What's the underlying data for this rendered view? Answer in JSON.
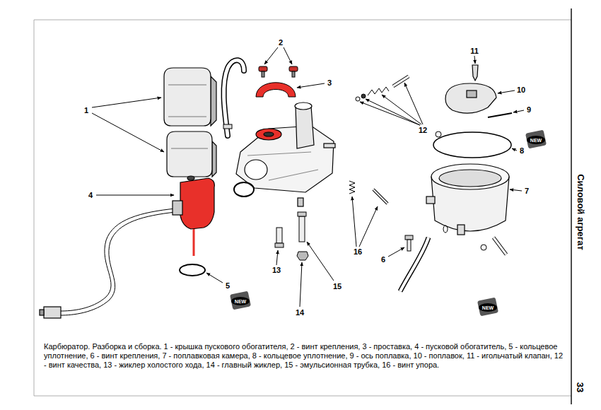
{
  "diagram": {
    "caption": "Карбюратор. Разборка и сборка. 1 - крышка пускового обогатителя, 2 - винт крепления, 3 - проставка, 4 - пусковой обогатитель, 5 - кольцевое уплотнение, 6 - винт крепления, 7 - поплавковая камера, 8 - кольцевое уплотнение, 9 - ось поплавка, 10 - поплавок, 11 - игольчатый клапан, 12 - винт качества, 13 - жиклер холостого хода, 14 - главный жиклер, 15 - эмульсионная трубка, 16 - винт упора.",
    "labels": [
      "1",
      "2",
      "3",
      "4",
      "5",
      "6",
      "7",
      "8",
      "9",
      "10",
      "11",
      "12",
      "13",
      "14",
      "15",
      "16",
      "NEW",
      "NEW",
      "NEW",
      "Силовой агрегат",
      "33"
    ]
  }
}
